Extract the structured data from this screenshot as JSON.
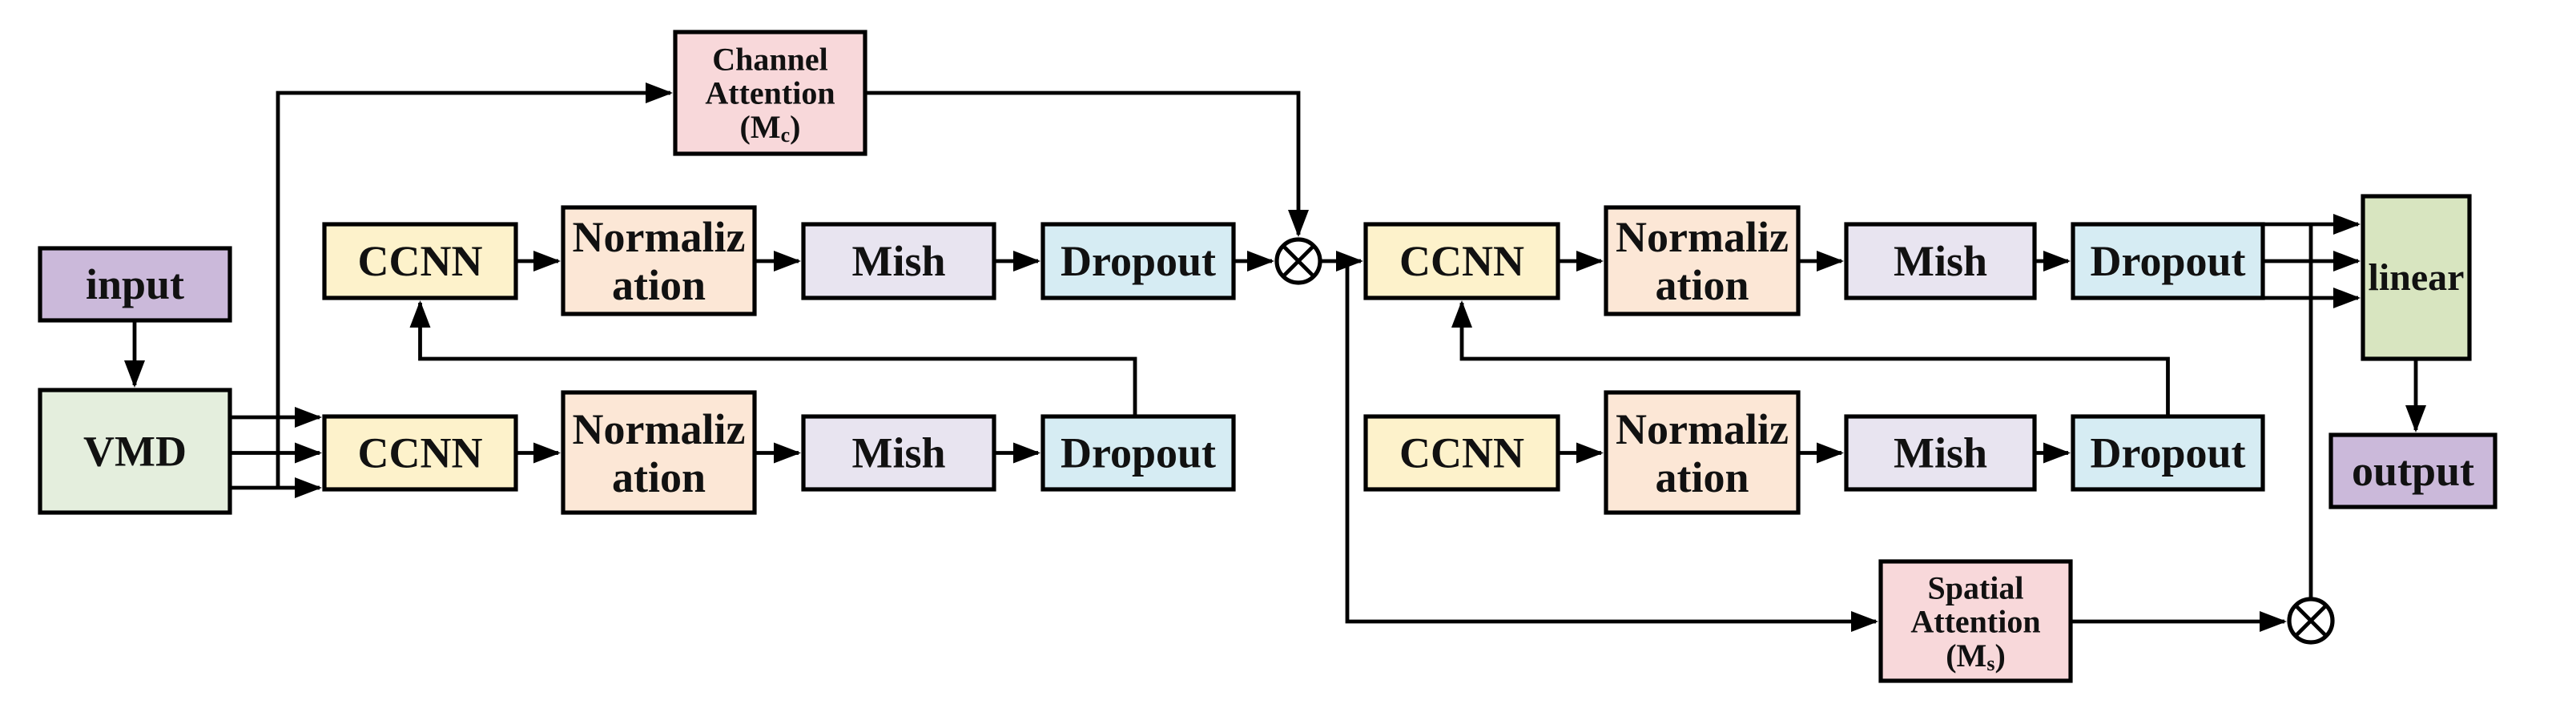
{
  "boxes": {
    "input": {
      "label": "input",
      "fill": "#cbb9da"
    },
    "vmd": {
      "label": "VMD",
      "fill": "#e4eedd"
    },
    "ccnn": {
      "label": "CCNN",
      "fill": "#fdf2cb"
    },
    "normalization": {
      "line1": "Normaliz",
      "line2": "ation",
      "fill": "#fce7d6"
    },
    "mish": {
      "label": "Mish",
      "fill": "#e8e4f0"
    },
    "dropout": {
      "label": "Dropout",
      "fill": "#d6ecf3"
    },
    "channel_attention": {
      "line1": "Channel",
      "line2": "Attention",
      "m_pre": "(M",
      "m_sub": "c",
      "m_post": ")",
      "fill": "#f8d8da"
    },
    "spatial_attention": {
      "line1": "Spatial",
      "line2": "Attention",
      "m_pre": "(M",
      "m_sub": "s",
      "m_post": ")",
      "fill": "#f8d8da"
    },
    "linear": {
      "label": "linear",
      "fill": "#d8e5c0"
    },
    "output": {
      "label": "output",
      "fill": "#cbb9da"
    }
  },
  "operators": {
    "multiply_glyph": "⊗",
    "count": 2
  },
  "canvas": {
    "background": "#ffffff",
    "line_color": "#000000"
  }
}
